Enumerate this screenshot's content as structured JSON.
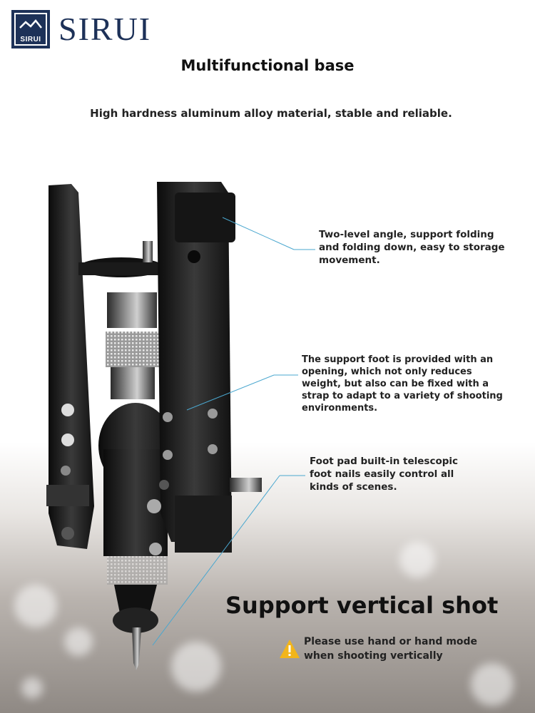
{
  "brand": {
    "logo_text": "SIRUI",
    "name": "SIRUI",
    "color": "#1d3158"
  },
  "title": "Multifunctional base",
  "subtitle": "High hardness aluminum alloy material, stable and reliable.",
  "callouts": [
    {
      "lines": [
        "Two-level angle, support folding",
        "and folding down, easy to storage",
        "movement."
      ]
    },
    {
      "lines": [
        "The support foot is provided with an",
        "opening, which not only reduces",
        "weight, but also can be fixed with a",
        "strap to adapt to a variety of shooting",
        "environments."
      ]
    },
    {
      "lines": [
        "Foot pad built-in telescopic",
        "foot nails easily control all",
        "kinds of scenes."
      ]
    }
  ],
  "headline": "Support vertical shot",
  "warning": {
    "icon": "warning-icon",
    "lines": [
      "Please use hand or hand mode",
      "when shooting vertically"
    ],
    "color": "#f2b51b"
  },
  "accent_line_color": "#4aa7cf"
}
